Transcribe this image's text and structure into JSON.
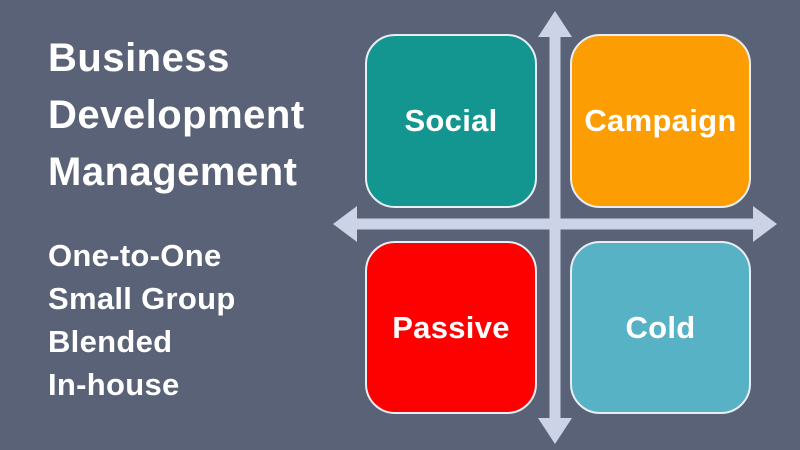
{
  "background_color": "#596276",
  "text_color": "#FFFFFF",
  "title": {
    "lines": [
      "Business",
      "Development",
      "Management"
    ]
  },
  "list": {
    "items": [
      "One-to-One",
      "Small Group",
      "Blended",
      "In-house"
    ]
  },
  "quadrant": {
    "axis_color": "#CCD3E7",
    "box_border_color": "#E9EDF5",
    "label_color": "#FFFFFF",
    "boxes": [
      {
        "id": "social",
        "label": "Social",
        "color": "#12968F",
        "position": "top-left"
      },
      {
        "id": "campaign",
        "label": "Campaign",
        "color": "#FB9D03",
        "position": "top-right"
      },
      {
        "id": "passive",
        "label": "Passive",
        "color": "#FD0101",
        "position": "bottom-left"
      },
      {
        "id": "cold",
        "label": "Cold",
        "color": "#58B2C6",
        "position": "bottom-right"
      }
    ]
  }
}
